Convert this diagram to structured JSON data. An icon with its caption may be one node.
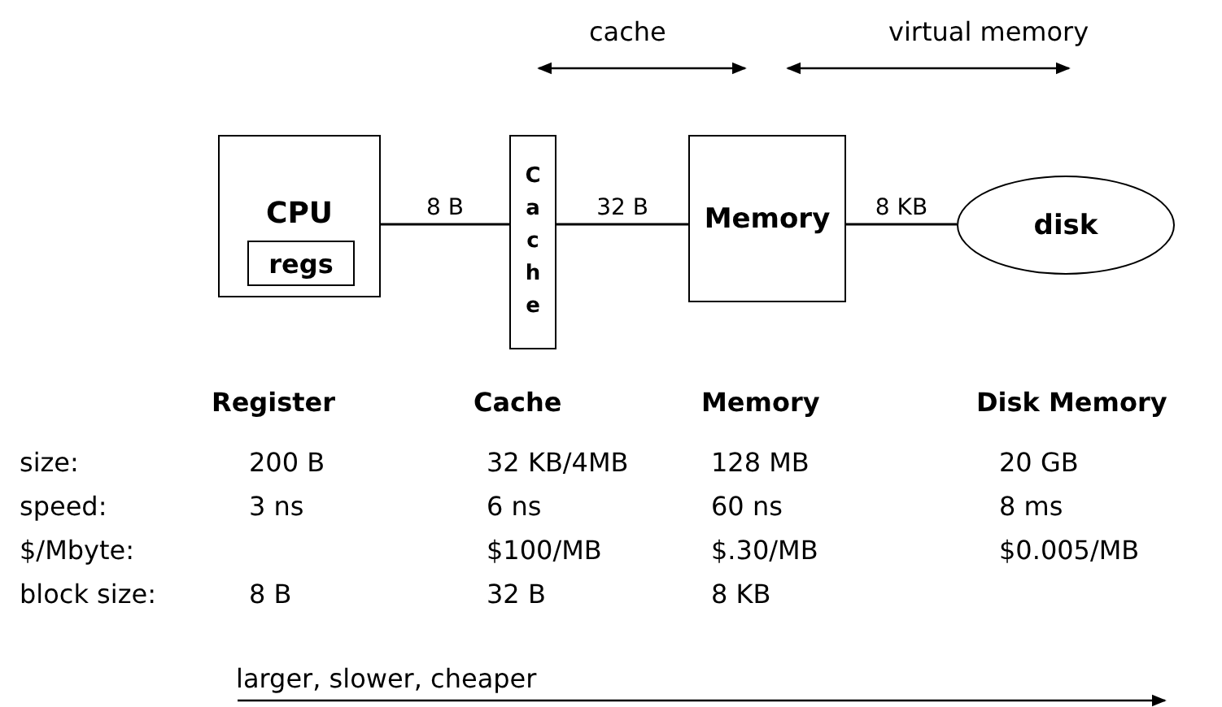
{
  "diagram": {
    "nodes": [
      {
        "text": [
          "CPU"
        ]
      },
      {
        "text": [
          "regs"
        ],
        "in": 0
      },
      {
        "text": [
          "Cache"
        ]
      },
      {
        "text": [
          "Memory"
        ]
      },
      {
        "text": [
          "disk"
        ]
      }
    ],
    "edges": [
      {
        "from": 0,
        "to": 2,
        "arrow": "none",
        "label": "8 B"
      },
      {
        "from": 2,
        "to": 3,
        "arrow": "none",
        "label": "32 B"
      },
      {
        "from": 3,
        "to": 4,
        "arrow": "none",
        "label": "8 KB"
      }
    ],
    "labels": [
      "cache",
      "virtual memory",
      "Register",
      "Cache",
      "Memory",
      "Disk Memory",
      "size:",
      "200 B",
      "32 KB/4MB",
      "128 MB",
      "20 GB",
      "speed:",
      "3 ns",
      "6 ns",
      "60 ns",
      "8 ms",
      "$/Mbyte:",
      "$100/MB",
      "$.30/MB",
      "$0.005/MB",
      "block size:",
      "8 B",
      "32 B",
      "8 KB",
      "larger, slower, cheaper"
    ]
  }
}
